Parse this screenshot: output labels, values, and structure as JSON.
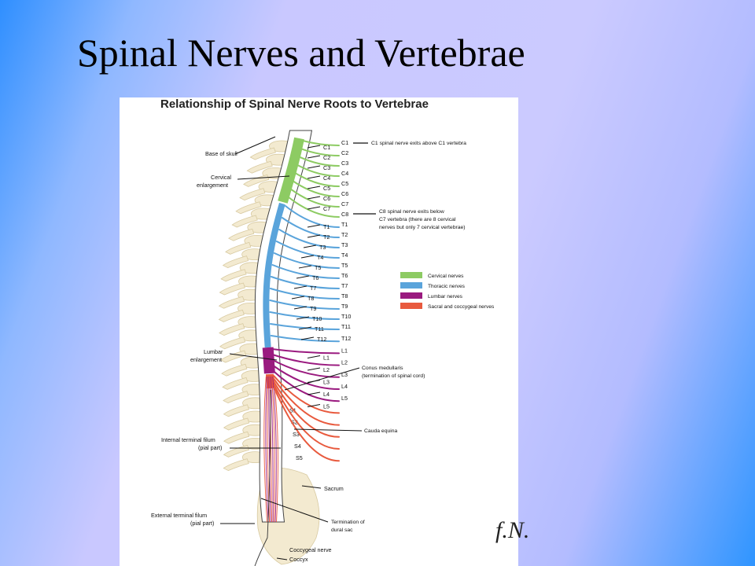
{
  "slide": {
    "title": "Spinal Nerves and Vertebrae"
  },
  "figure": {
    "title": "Relationship of Spinal Nerve Roots to Vertebrae",
    "left_labels": [
      "Base of skull",
      "Cervical",
      "enlargement",
      "Lumbar",
      "enlargement",
      "Internal terminal filum",
      "(pial part)",
      "External terminal filum",
      "(pial part)"
    ],
    "vertebra_labels": [
      "C1",
      "C2",
      "C3",
      "C4",
      "C5",
      "C6",
      "C7",
      "T1",
      "T2",
      "T3",
      "T4",
      "T5",
      "T6",
      "T7",
      "T8",
      "T9",
      "T10",
      "T11",
      "T12",
      "L1",
      "L2",
      "L3",
      "L4",
      "L5",
      "Sacrum",
      "Coccygeal nerve",
      "Coccyx"
    ],
    "nerve_labels": [
      "C1",
      "C2",
      "C3",
      "C4",
      "C5",
      "C6",
      "C7",
      "C8",
      "T1",
      "T2",
      "T3",
      "T4",
      "T5",
      "T6",
      "T7",
      "T8",
      "T9",
      "T10",
      "T11",
      "T12",
      "L1",
      "L2",
      "L3",
      "L4",
      "L5",
      "S1",
      "S2",
      "S3",
      "S4",
      "S5"
    ],
    "annotations": {
      "c1": "C1 spinal nerve exits above C1 vertebra",
      "c8_line1": "C8 spinal nerve exits below",
      "c8_line2": "C7 vertebra (there are 8 cervical",
      "c8_line3": "nerves but only 7 cervical vertebrae)",
      "conus_line1": "Conus medullaris",
      "conus_line2": "(termination of spinal cord)",
      "cauda": "Cauda equina",
      "dural_line1": "Termination of",
      "dural_line2": "dural sac"
    },
    "legend": [
      {
        "label": "Cervical nerves",
        "color": "#8dcb63"
      },
      {
        "label": "Thoracic nerves",
        "color": "#5aa4db"
      },
      {
        "label": "Lumbar nerves",
        "color": "#9a1a7f"
      },
      {
        "label": "Sacral and coccygeal nerves",
        "color": "#e85a3e"
      }
    ],
    "signature": "f.N."
  }
}
